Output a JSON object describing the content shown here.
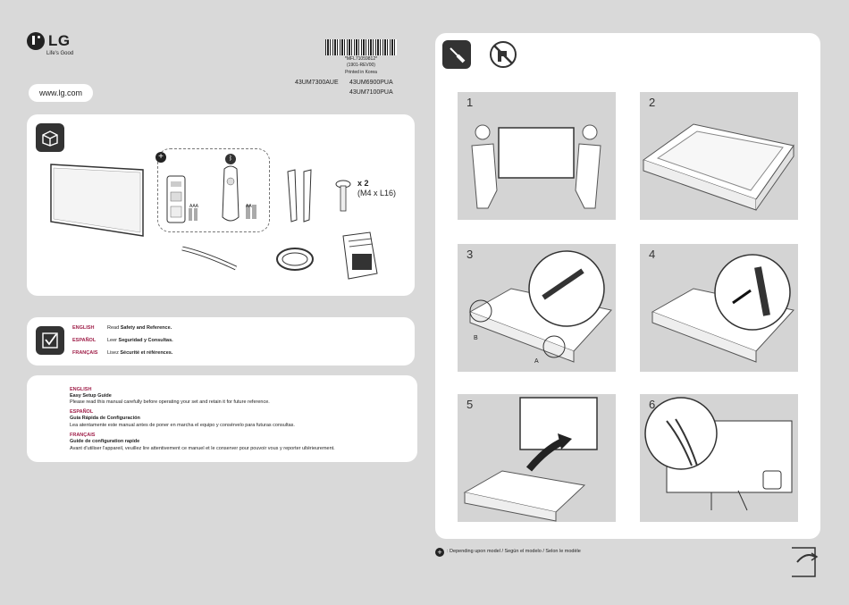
{
  "brand": {
    "name": "LG",
    "tagline": "Life's Good",
    "url": "www.lg.com"
  },
  "barcode": {
    "code": "*MFL71059812*",
    "revision": "(1901-REV00)",
    "printed": "Printed in Korea"
  },
  "models": [
    "43UM7300AUE",
    "43UM6900PUA",
    "43UM7100PUA"
  ],
  "contents": {
    "battery_aaa": "AAA",
    "battery_aa": "AA",
    "screw_count": "x 2",
    "screw_size": "(M4 x L16)"
  },
  "safety": {
    "rows": [
      {
        "lang": "ENGLISH",
        "pre": "Read ",
        "bold": "Safety and Reference."
      },
      {
        "lang": "ESPAÑOL",
        "pre": "Leer ",
        "bold": "Seguridad y Consultas."
      },
      {
        "lang": "FRANÇAIS",
        "pre": "Lisez ",
        "bold": "Sécurité et références."
      }
    ]
  },
  "guide": {
    "sections": [
      {
        "lang": "ENGLISH",
        "title": "Easy Setup Guide",
        "text": "Please read this manual carefully before operating your set and retain it for future reference."
      },
      {
        "lang": "ESPAÑOL",
        "title": "Guía Rápida de Configuración",
        "text": "Lea atentamente este manual antes de poner en marcha el equipo y consérvelo para futuras consultas."
      },
      {
        "lang": "FRANÇAIS",
        "title": "Guide de configuration rapide",
        "text": "Avant d'utiliser l'appareil, veuillez lire attentivement ce manuel et le conserver pour pouvoir vous y reporter ultérieurement."
      }
    ]
  },
  "steps": {
    "s1": "1",
    "s2": "2",
    "s3": "3",
    "s4": "4",
    "s5": "5",
    "s6": "6",
    "label_a": "A",
    "label_b": "B"
  },
  "footnote": ": Depending upon model / Según el modelo / Selon le modèle"
}
